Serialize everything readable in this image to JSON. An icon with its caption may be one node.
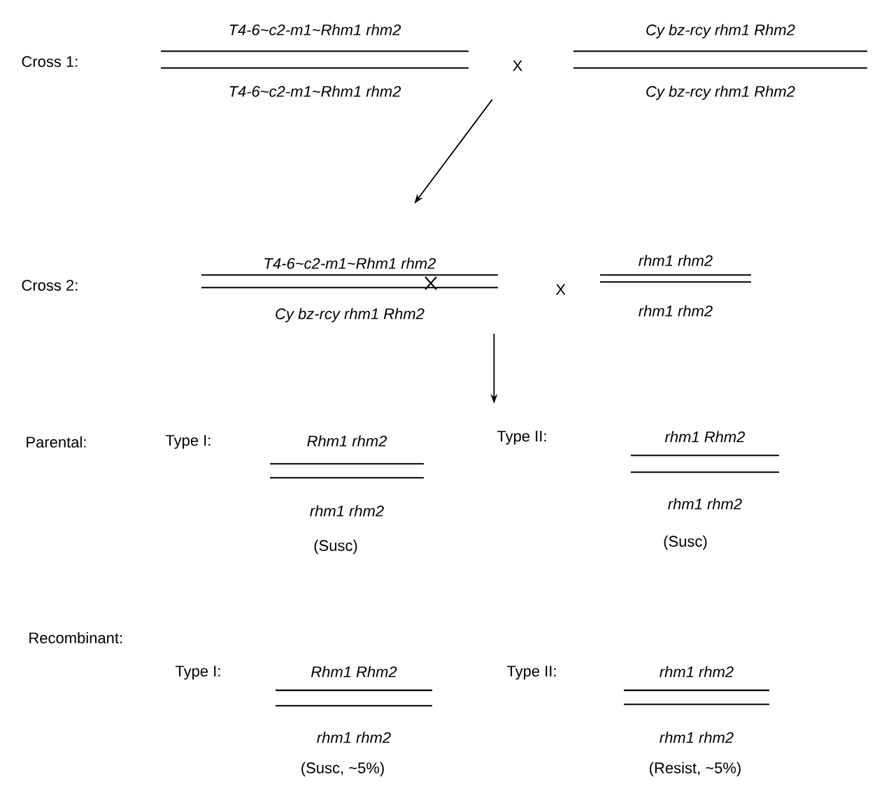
{
  "diagram": {
    "nodes": [
      {
        "text": [
          "T4-6~c2-m1~Rhm1 rhm2",
          "T4-6~c2-m1~Rhm1 rhm2"
        ]
      },
      {
        "text": [
          "X"
        ]
      },
      {
        "text": [
          "Cy bz-rcy rhm1 Rhm2",
          "Cy bz-rcy rhm1 Rhm2"
        ]
      },
      {
        "text": [
          "T4-6~c2-m1~Rhm1 rhm2",
          "Cy bz-rcy rhm1 Rhm2"
        ]
      },
      {
        "text": [
          "rhm1 rhm2",
          "rhm1 rhm2"
        ]
      },
      {
        "text": [
          "Rhm1 rhm2",
          "rhm1 rhm2"
        ],
        "beside": [
          "(Susc)"
        ]
      },
      {
        "text": [
          "rhm1 Rhm2",
          "rhm1 rhm2"
        ],
        "beside": [
          "(Susc)"
        ]
      },
      {
        "text": [
          "Rhm1 Rhm2",
          "rhm1 rhm2"
        ],
        "beside": [
          "(Susc, ~5%)"
        ]
      },
      {
        "text": [
          "rhm1 rhm2",
          "rhm1 rhm2"
        ],
        "beside": [
          "(Resist, ~5%)"
        ]
      }
    ],
    "edges": [
      {
        "from": 1,
        "to": 3,
        "arrow": "to"
      },
      {
        "from": 3,
        "to": null,
        "arrow": "to"
      }
    ],
    "labels": [
      "Cross 1:",
      "Cross 2:",
      "X",
      "Parental:",
      "Type I:",
      "Type II:",
      "Recombinant:",
      "Type I:",
      "Type II:"
    ]
  }
}
